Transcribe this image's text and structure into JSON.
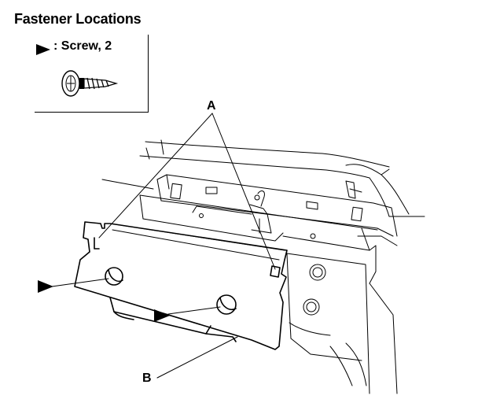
{
  "header": {
    "title": "Fastener Locations"
  },
  "legend": {
    "symbol": "arrowhead-icon",
    "text": ": Screw, 2",
    "icon": "screw-icon"
  },
  "callouts": {
    "a": "A",
    "b": "B"
  }
}
